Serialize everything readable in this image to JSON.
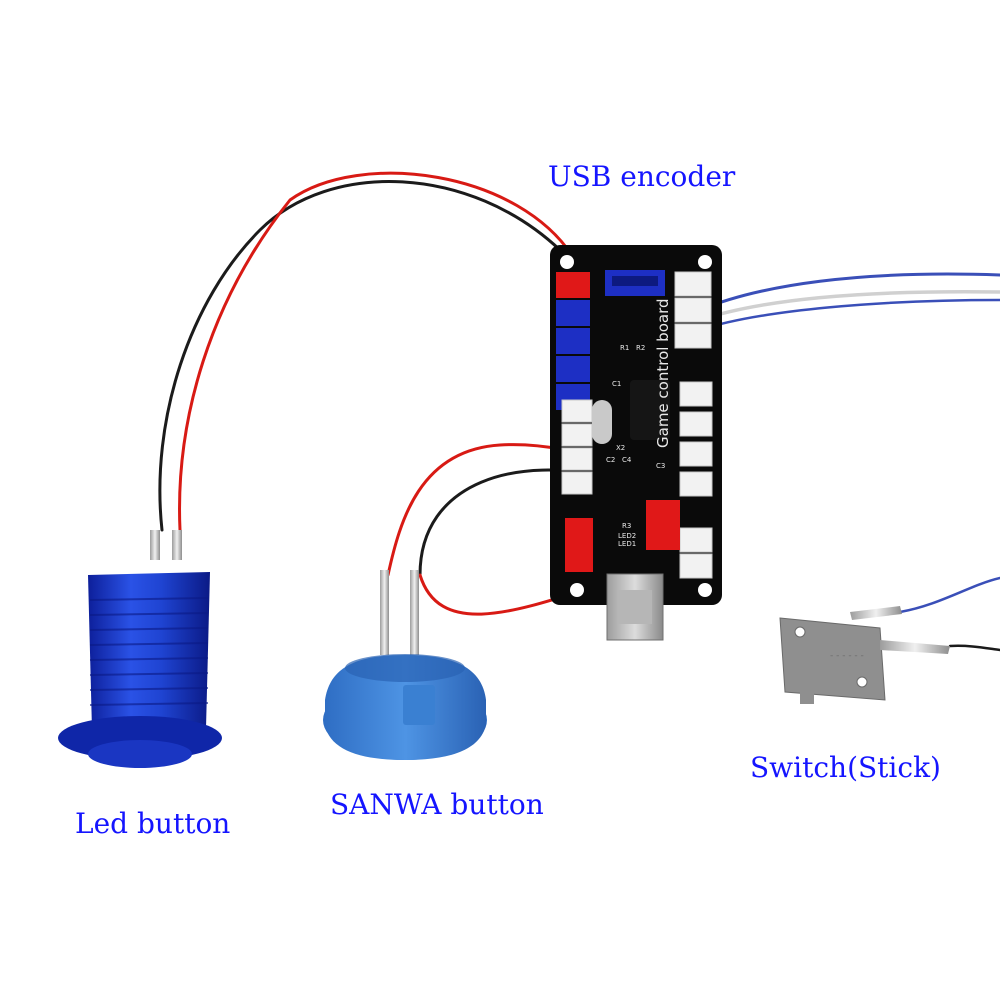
{
  "labels": {
    "usb_encoder": "USB encoder",
    "led_button": "Led button",
    "sanwa_button": "SANWA button",
    "switch_stick": "Switch(Stick)"
  },
  "board": {
    "silkscreen": "Game control board",
    "components": [
      "R1",
      "R2",
      "R3",
      "C1",
      "C2",
      "C3",
      "C4",
      "X2",
      "LED1",
      "LED2"
    ]
  },
  "colors": {
    "label_text": "#1515ff",
    "pcb": "#0a0a0a",
    "connector_red": "#e01818",
    "connector_blue": "#1d2fc4",
    "connector_white": "#f2f2f2",
    "led_button": "#1f3fd0",
    "sanwa_button": "#3f86d8",
    "switch_body": "#8f8f8f",
    "wire_red": "#d81a14",
    "wire_black": "#1b1b1b",
    "wire_blue": "#3a4fb8",
    "wire_white": "#e6e6e6"
  }
}
